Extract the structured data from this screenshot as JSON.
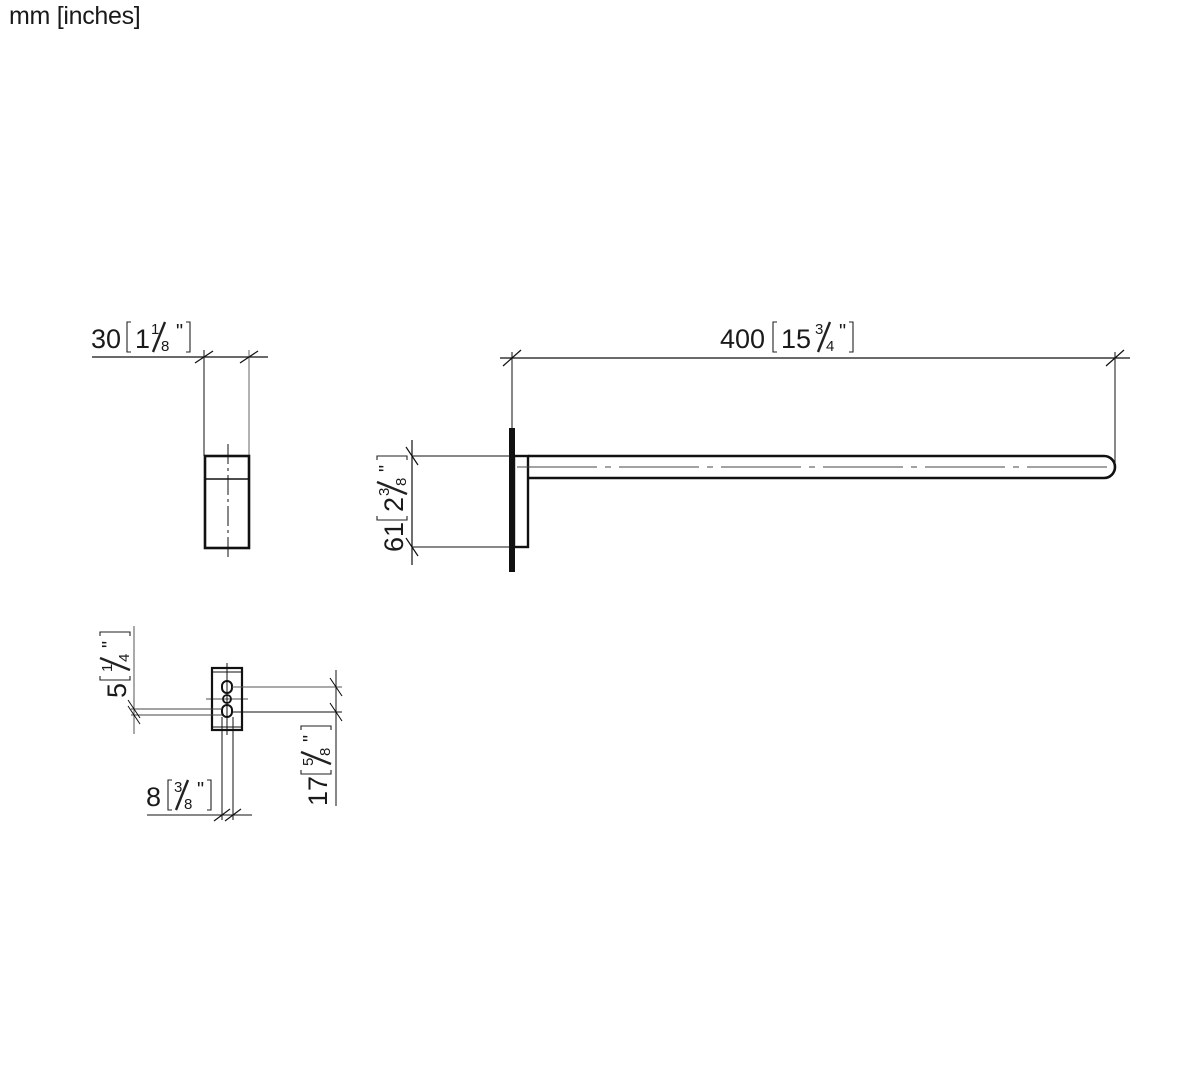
{
  "units_label": "mm [inches]",
  "views": {
    "side_view": {
      "dimension_width": {
        "mm": "30",
        "inch_whole": "1",
        "inch_num": "1",
        "inch_den": "8",
        "inch_mark": "\""
      }
    },
    "front_view": {
      "dimension_length": {
        "mm": "400",
        "inch_whole": "15",
        "inch_num": "3",
        "inch_den": "4",
        "inch_mark": "\""
      },
      "dimension_height": {
        "mm": "61",
        "inch_whole": "2",
        "inch_num": "3",
        "inch_den": "8",
        "inch_mark": "\""
      }
    },
    "back_view": {
      "dimension_hole_offset": {
        "mm": "5",
        "inch_whole": "",
        "inch_num": "1",
        "inch_den": "4",
        "inch_mark": "\""
      },
      "dimension_hole_spacing": {
        "mm": "17",
        "inch_whole": "",
        "inch_num": "5",
        "inch_den": "8",
        "inch_mark": "\""
      },
      "dimension_hole_width": {
        "mm": "8",
        "inch_whole": "",
        "inch_num": "3",
        "inch_den": "8",
        "inch_mark": "\""
      }
    }
  },
  "colors": {
    "line": "#111111",
    "thin_line": "#333333",
    "background": "#ffffff"
  }
}
